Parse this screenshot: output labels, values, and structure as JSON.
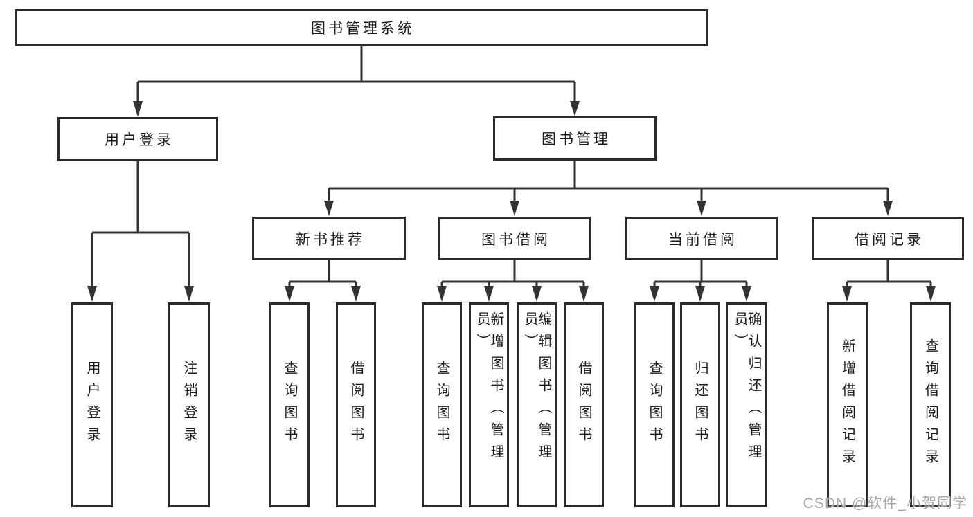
{
  "nodes": {
    "root": {
      "label": "图书管理系统"
    },
    "user_login": {
      "label": "用户登录"
    },
    "book_management": {
      "label": "图书管理"
    },
    "new_book_recommend": {
      "label": "新书推荐"
    },
    "book_borrowing": {
      "label": "图书借阅"
    },
    "current_borrowing": {
      "label": "当前借阅"
    },
    "borrowing_records": {
      "label": "借阅记录"
    },
    "leaf_user_login": {
      "label": "用户登录"
    },
    "leaf_logout": {
      "label": "注销登录"
    },
    "leaf_nb_query_books": {
      "label": "查询图书"
    },
    "leaf_nb_borrow_books": {
      "label": "借阅图书"
    },
    "leaf_bb_query_books": {
      "label": "查询图书"
    },
    "leaf_bb_add_books": {
      "label": "新增图书（管理员）"
    },
    "leaf_bb_edit_books": {
      "label": "编辑图书（管理员）"
    },
    "leaf_bb_borrow_books": {
      "label": "借阅图书"
    },
    "leaf_cb_query_books": {
      "label": "查询图书"
    },
    "leaf_cb_return_books": {
      "label": "归还图书"
    },
    "leaf_cb_confirm_return": {
      "label": "确认归还（管理员）"
    },
    "leaf_br_add_record": {
      "label": "新增借阅记录"
    },
    "leaf_br_query_record": {
      "label": "查询借阅记录"
    }
  },
  "watermark": {
    "text": "CSDN @软件_小贺同学"
  },
  "colors": {
    "line": "#333333",
    "box_border": "#2b2b2b",
    "text": "#1b1b1b",
    "watermark": "#a8a8a8",
    "background": "#ffffff"
  }
}
